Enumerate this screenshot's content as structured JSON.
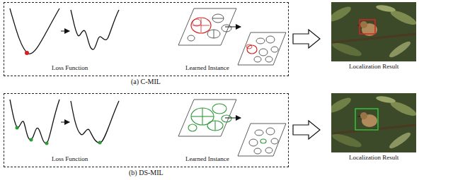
{
  "diagram": {
    "nodes": [
      {
        "text": [
          "Loss Function",
          "Learned Instance",
          "(a) C-MIL"
        ]
      },
      {
        "text": [
          "Loss Function",
          "Learned Instance",
          "(b) DS-MIL"
        ]
      }
    ],
    "labels": [
      "Localization Result",
      "Localization Result"
    ]
  }
}
